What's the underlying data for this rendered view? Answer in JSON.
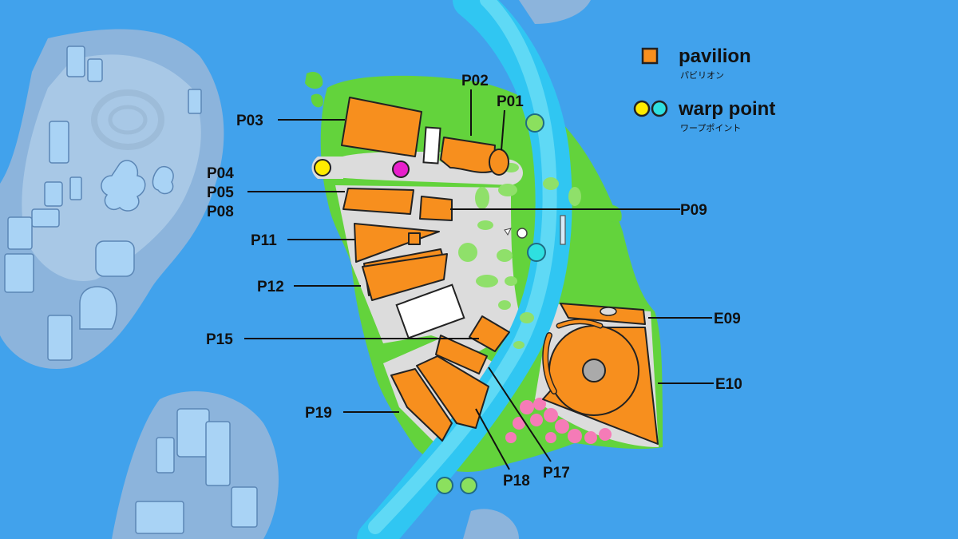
{
  "legend": {
    "pavilion_label": "pavilion",
    "pavilion_sub": "パビリオン",
    "warp_label": "warp point",
    "warp_sub": "ワープポイント"
  },
  "labels": {
    "p01": "P01",
    "p02": "P02",
    "p03": "P03",
    "p04": "P04",
    "p05": "P05",
    "p08": "P08",
    "p09": "P09",
    "p11": "P11",
    "p12": "P12",
    "p15": "P15",
    "p17": "P17",
    "p18": "P18",
    "p19": "P19",
    "e09": "E09",
    "e10": "E10"
  },
  "colors": {
    "water": "#41a2ec",
    "land_far": "#8cb4dc",
    "island_green": "#63d33c",
    "plaza_gray": "#dcdcdc",
    "pavilion_orange": "#f78f1e",
    "canal_cyan": "#30c6f2",
    "warp_yellow": "#ffeb00",
    "warp_cyan": "#2ee0e0",
    "warp_green": "#8be05e",
    "marker_magenta": "#e81fcc",
    "blossom_pink": "#f57bb7"
  }
}
